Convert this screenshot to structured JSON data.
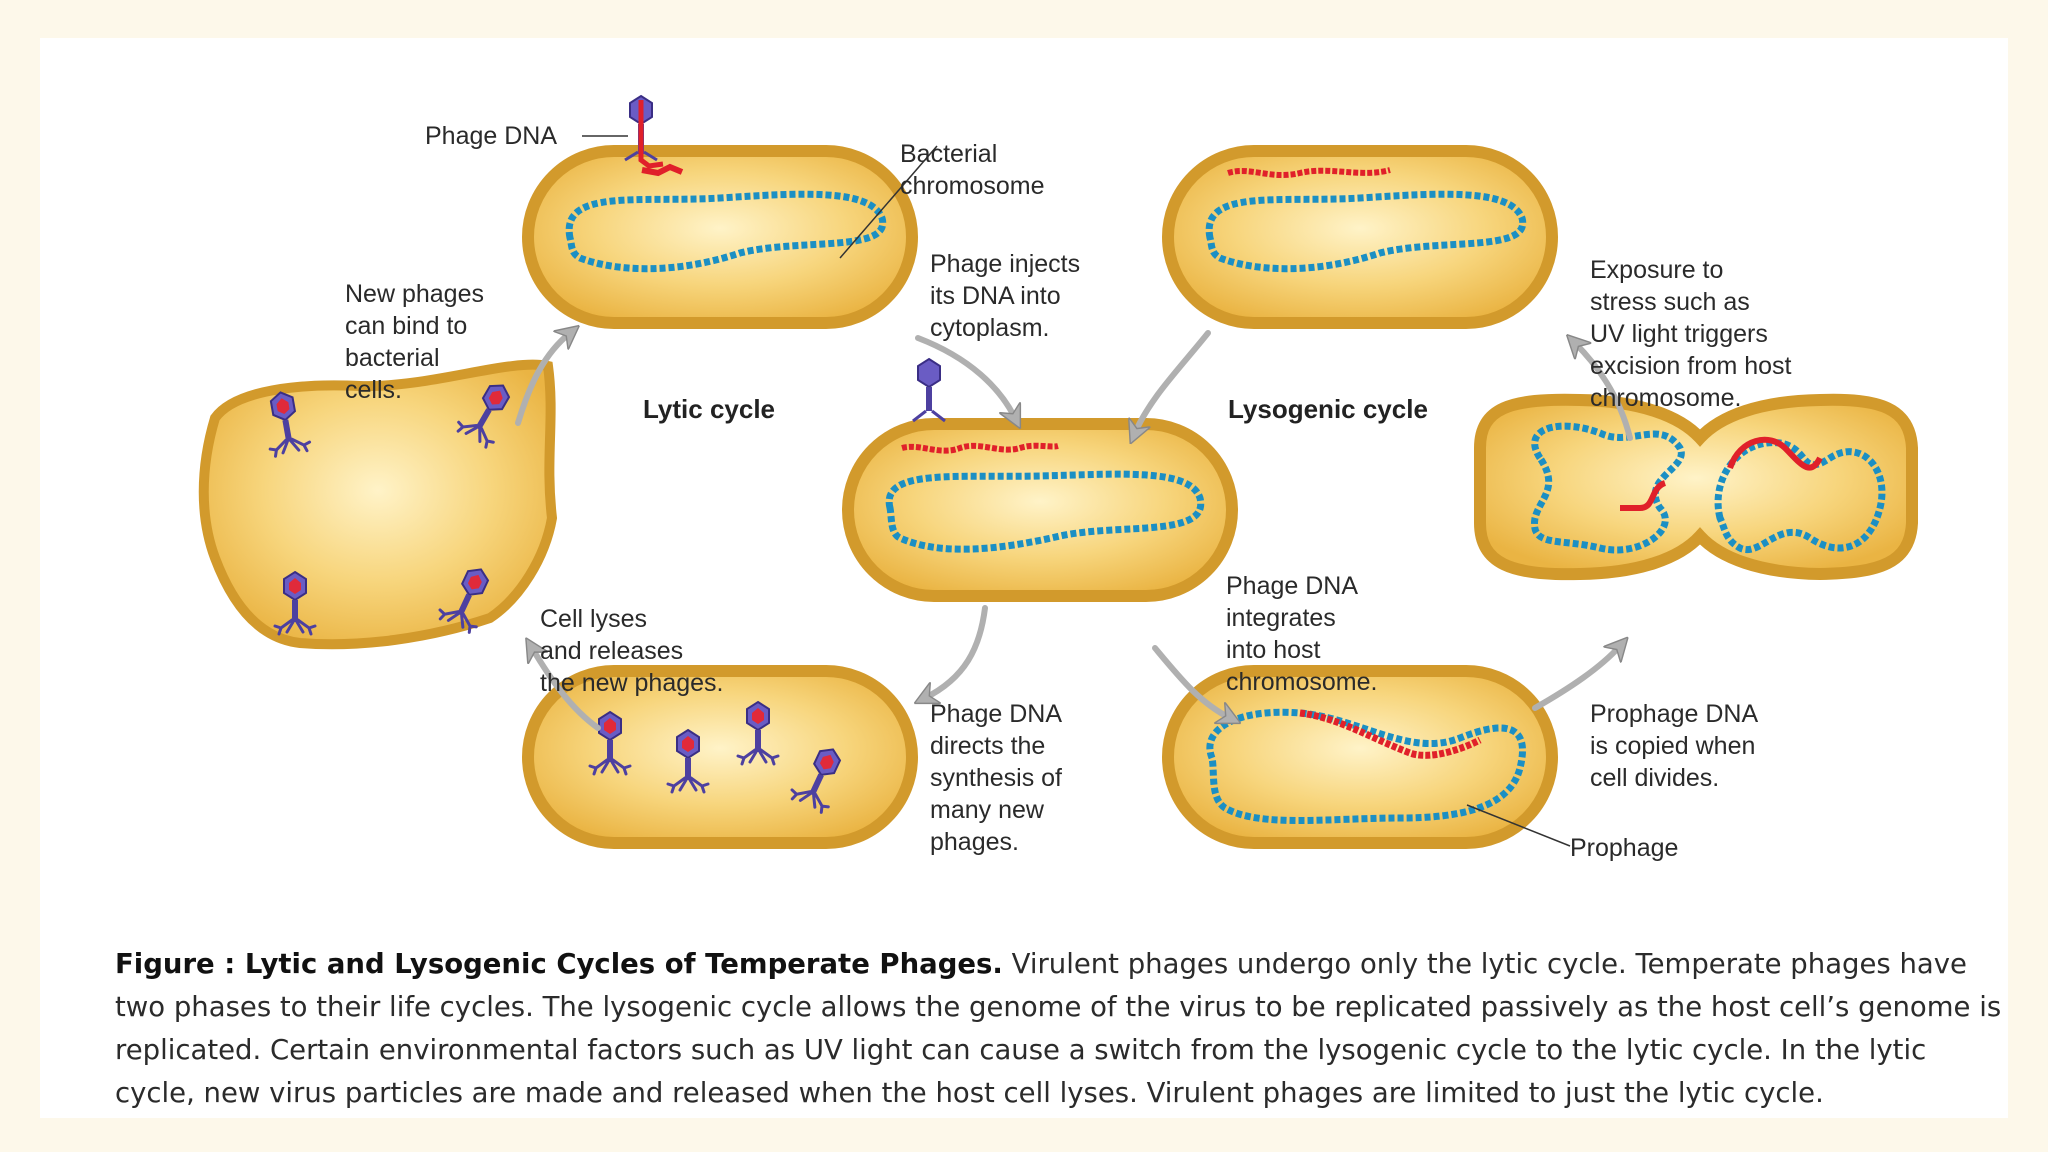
{
  "diagram": {
    "lytic_title": "Lytic cycle",
    "lysogenic_title": "Lysogenic cycle",
    "labels": {
      "phage_dna": "Phage DNA",
      "bacterial_chromosome": [
        "Bacterial",
        "chromosome"
      ],
      "phage_injects": [
        "Phage injects",
        "its DNA into",
        "cytoplasm."
      ],
      "new_phages_bind": [
        "New phages",
        "can bind to",
        "bacterial",
        "cells."
      ],
      "cell_lyses": [
        "Cell lyses",
        "and releases",
        "the new phages."
      ],
      "phage_directs": [
        "Phage DNA",
        "directs the",
        "synthesis of",
        "many new",
        "phages."
      ],
      "phage_integrates": [
        "Phage DNA",
        "integrates",
        "into host",
        "chromosome."
      ],
      "exposure": [
        "Exposure to",
        "stress such as",
        "UV light triggers",
        "excision from host",
        "chromosome."
      ],
      "prophage_copied": [
        "Prophage DNA",
        "is copied when",
        "cell divides."
      ],
      "prophage": "Prophage"
    },
    "colors": {
      "cell_fill": "#f3c45a",
      "cell_border": "#d49a2a",
      "bacterial_dna": "#1b8fc4",
      "phage_dna": "#e0202a",
      "phage_body": "#5b4fb0",
      "arrow": "#a8a8a8"
    }
  },
  "caption": {
    "heading": "Figure : Lytic and Lysogenic Cycles of Temperate Phages.",
    "body": "Virulent phages undergo only the lytic cycle. Temperate phages have two phases to their life cycles. The lysogenic cycle allows the genome of the virus to be replicated passively as the host cell’s genome is replicated. Certain environmental factors such as UV light can cause a switch from the lysogenic cycle to the lytic cycle. In the lytic cycle, new virus particles are made and released when the host cell lyses. Virulent phages are limited to just the lytic cycle."
  }
}
